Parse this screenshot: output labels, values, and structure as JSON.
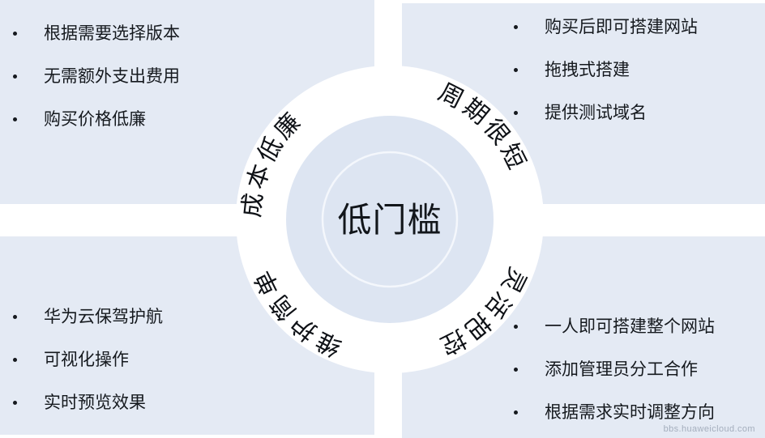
{
  "diagram": {
    "center_label": "低门槛",
    "segments": [
      {
        "id": "cost",
        "arc_label": "成本低廉",
        "position": "top-left",
        "bullets": [
          "根据需要选择版本",
          "无需额外支出费用",
          "购买价格低廉"
        ]
      },
      {
        "id": "cycle",
        "arc_label": "周期很短",
        "position": "top-right",
        "bullets": [
          "购买后即可搭建网站",
          "拖拽式搭建",
          "提供测试域名"
        ]
      },
      {
        "id": "maintenance",
        "arc_label": "维护简单",
        "position": "bottom-left",
        "bullets": [
          "华为云保驾护航",
          "可视化操作",
          "实时预览效果"
        ]
      },
      {
        "id": "control",
        "arc_label": "灵活把控",
        "position": "bottom-right",
        "bullets": [
          "一人即可搭建整个网站",
          "添加管理员分工合作",
          "根据需求实时调整方向"
        ]
      }
    ]
  },
  "watermark": "bbs.huaweicloud.com",
  "colors": {
    "panel_background": "#e4eaf4",
    "ring": "#ffffff",
    "inner_disc": "#dde5f2",
    "inner_outline": "#f4f7fc",
    "text": "#15191e",
    "watermark": "#9aa4b4",
    "page_background": "#ffffff"
  }
}
